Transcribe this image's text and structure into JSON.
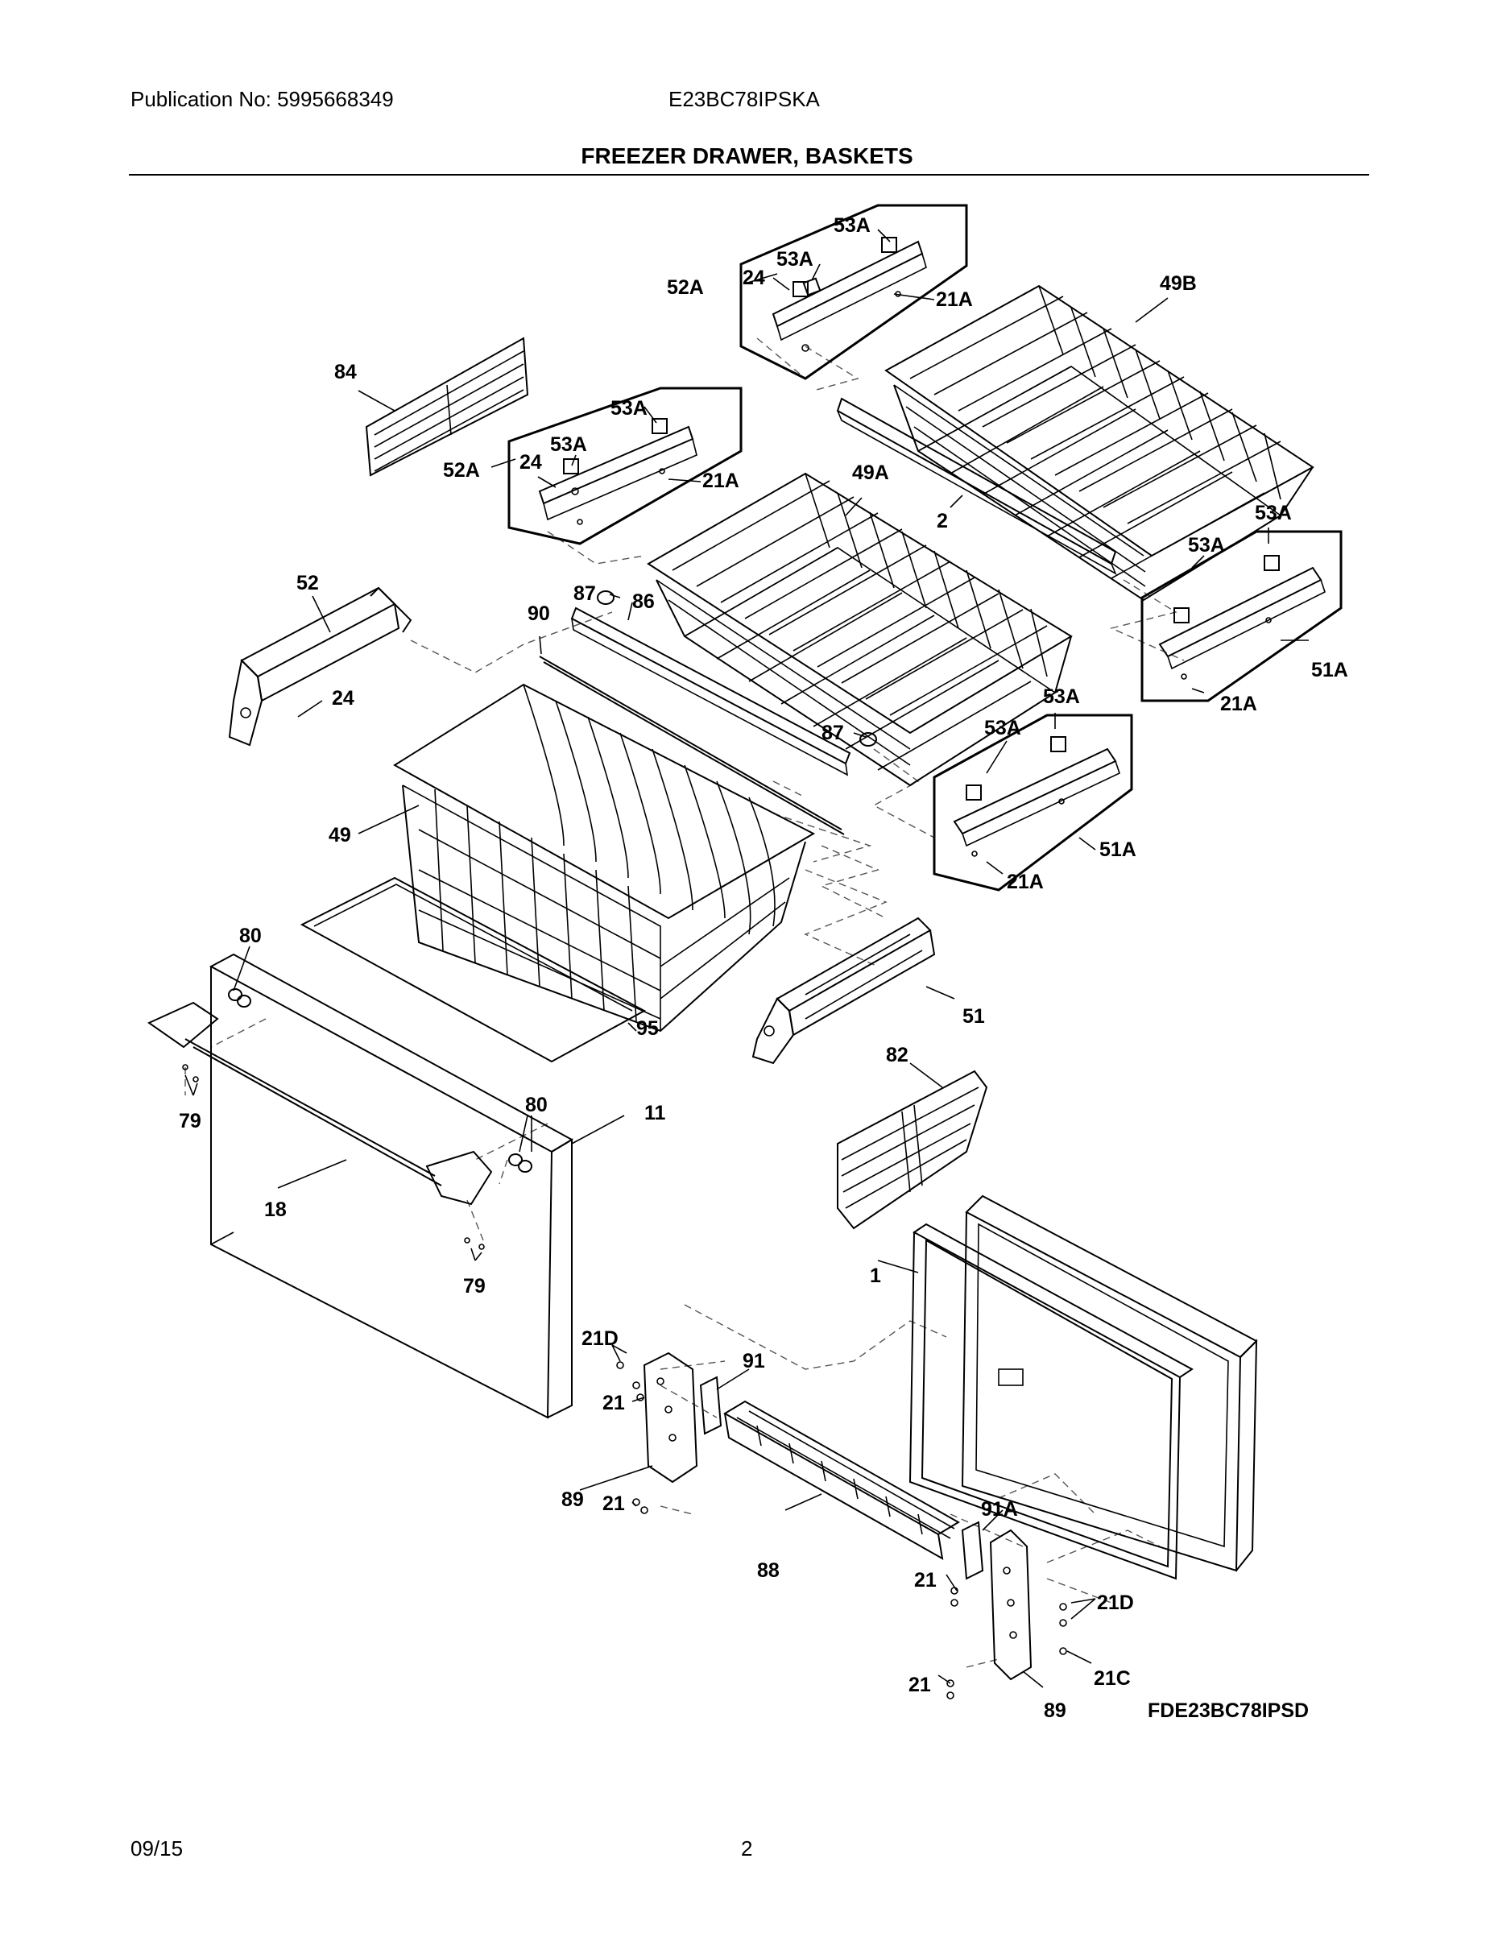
{
  "header": {
    "publication": "Publication No: 5995668349",
    "model": "E23BC78IPSKA",
    "title": "FREEZER DRAWER, BASKETS"
  },
  "footer": {
    "date": "09/15",
    "page": "2"
  },
  "diagram_code": "FDE23BC78IPSD",
  "callouts": {
    "c53A_a": "53A",
    "c53A_b": "53A",
    "c24_a": "24",
    "c52A_a": "52A",
    "c21A_a": "21A",
    "c49B": "49B",
    "c84": "84",
    "c53A_c": "53A",
    "c53A_d": "53A",
    "c52A_b": "52A",
    "c24_b": "24",
    "c21A_b": "21A",
    "c49A": "49A",
    "c2": "2",
    "c53A_e": "53A",
    "c53A_f": "53A",
    "c52": "52",
    "c87_a": "87",
    "c86": "86",
    "c90": "90",
    "c24_c": "24",
    "c51A_a": "51A",
    "c21A_c": "21A",
    "c53A_g": "53A",
    "c53A_h": "53A",
    "c87_b": "87",
    "c49": "49",
    "c51A_b": "51A",
    "c21A_d": "21A",
    "c80_a": "80",
    "c95": "95",
    "c51": "51",
    "c82": "82",
    "c79_a": "79",
    "c80_b": "80",
    "c11": "11",
    "c18": "18",
    "c79_b": "79",
    "c1": "1",
    "c21D_a": "21D",
    "c91": "91",
    "c21_a": "21",
    "c89_a": "89",
    "c21_b": "21",
    "c91A": "91A",
    "c88": "88",
    "c21_c": "21",
    "c21D_b": "21D",
    "c21C": "21C",
    "c21_d": "21",
    "c89_b": "89"
  }
}
